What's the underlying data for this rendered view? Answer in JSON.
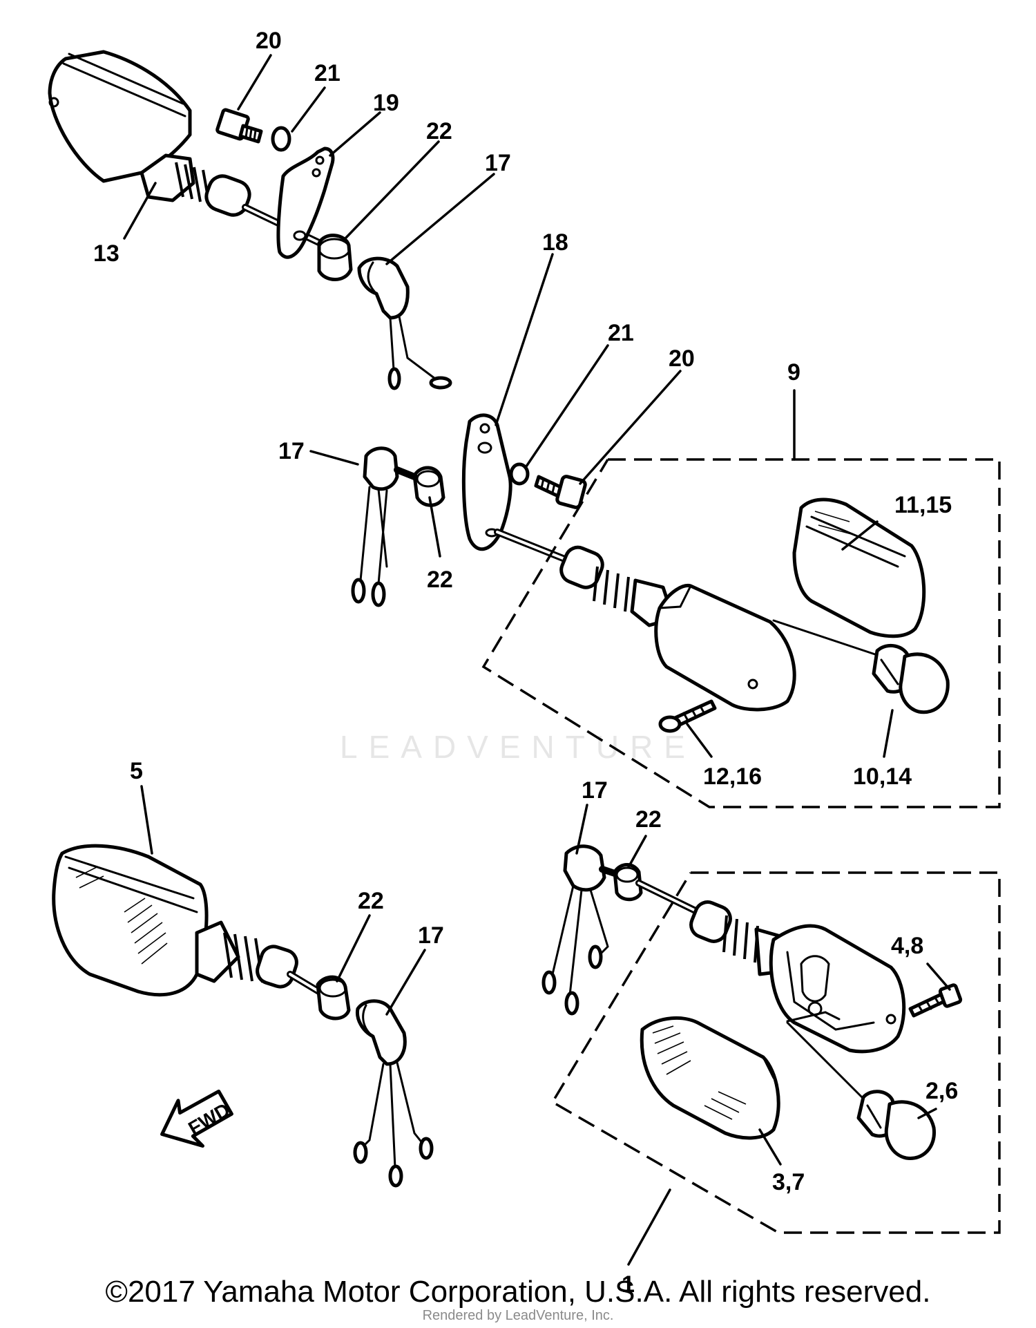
{
  "diagram": {
    "part_labels": {
      "p1": "1",
      "p2_6": "2,6",
      "p3_7": "3,7",
      "p4_8": "4,8",
      "p5": "5",
      "p9": "9",
      "p10_14": "10,14",
      "p11_15": "11,15",
      "p12_16": "12,16",
      "p13": "13",
      "p17": "17",
      "p18": "18",
      "p19": "19",
      "p20": "20",
      "p21": "21",
      "p22": "22"
    },
    "fwd_arrow_label": "FWD"
  },
  "watermark": {
    "text": "LEADVENTURE"
  },
  "footer": {
    "copyright": "©2017 Yamaha Motor Corporation, U.S.A. All rights reserved.",
    "rendered_by": "Rendered by LeadVenture, Inc."
  }
}
